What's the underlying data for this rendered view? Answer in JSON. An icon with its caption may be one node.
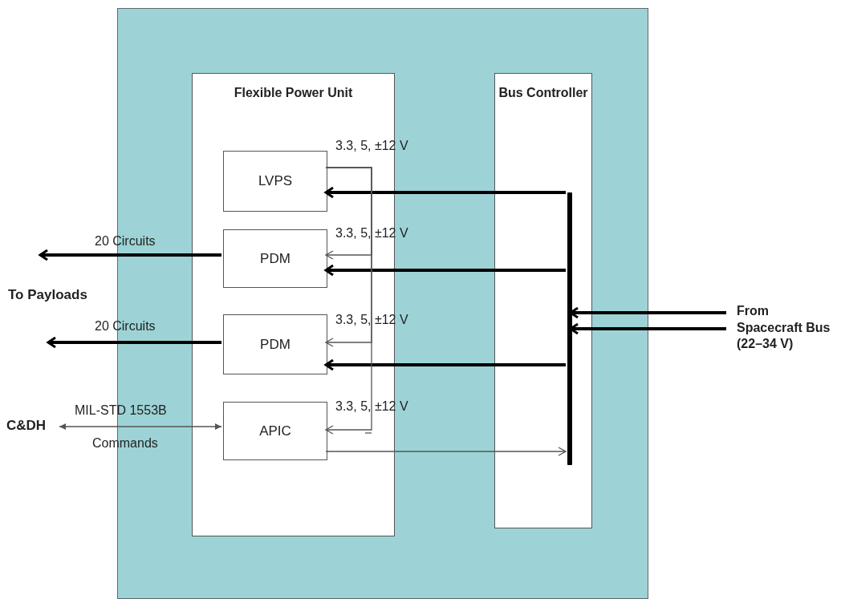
{
  "diagram": {
    "nodes": [
      {
        "text": [],
        "shape": "box"
      },
      {
        "text": [
          "Flexible Power Unit"
        ],
        "in": 0
      },
      {
        "text": [
          "LVPS"
        ],
        "in": 1,
        "beside": [
          "3.3, 5, ±12 V"
        ]
      },
      {
        "text": [
          "PDM"
        ],
        "in": 1
      },
      {
        "text": [
          "PDM"
        ],
        "in": 1
      },
      {
        "text": [
          "APIC"
        ],
        "in": 1
      },
      {
        "text": [
          "Bus Controller"
        ],
        "in": 0
      },
      {
        "text": [],
        "shape": "bar",
        "in": 6
      },
      {
        "text": [
          "C&DH"
        ]
      },
      {
        "text": [
          "From Spacecraft Bus (22–34 V)"
        ]
      }
    ],
    "edges": [
      {
        "from": 7,
        "to": 2,
        "arrow": "to"
      },
      {
        "from": 7,
        "to": 3,
        "arrow": "to"
      },
      {
        "from": 7,
        "to": 4,
        "arrow": "to"
      },
      {
        "from": 9,
        "to": 7,
        "arrow": "to"
      },
      {
        "from": 9,
        "to": 7,
        "arrow": "to"
      },
      {
        "from": 3,
        "to": null,
        "arrow": "to",
        "label": "20 Circuits"
      },
      {
        "from": 4,
        "to": null,
        "arrow": "to",
        "label": "20 Circuits"
      },
      {
        "from": 2,
        "to": 3,
        "arrow": "to",
        "label": "3.3, 5, ±12 V",
        "color": "#555555"
      },
      {
        "from": 2,
        "to": 4,
        "arrow": "to",
        "label": "3.3, 5, ±12 V",
        "color": "#555555"
      },
      {
        "from": 2,
        "to": 5,
        "arrow": "to",
        "label": "3.3, 5, ±12 V",
        "color": "#555555"
      },
      {
        "from": 5,
        "to": 8,
        "arrow": "both",
        "label": "MIL-STD 1553B",
        "color": "#555555"
      },
      {
        "from": 5,
        "to": 7,
        "arrow": "to",
        "color": "#555555"
      }
    ],
    "labels": [
      "To Payloads",
      "Commands"
    ]
  }
}
